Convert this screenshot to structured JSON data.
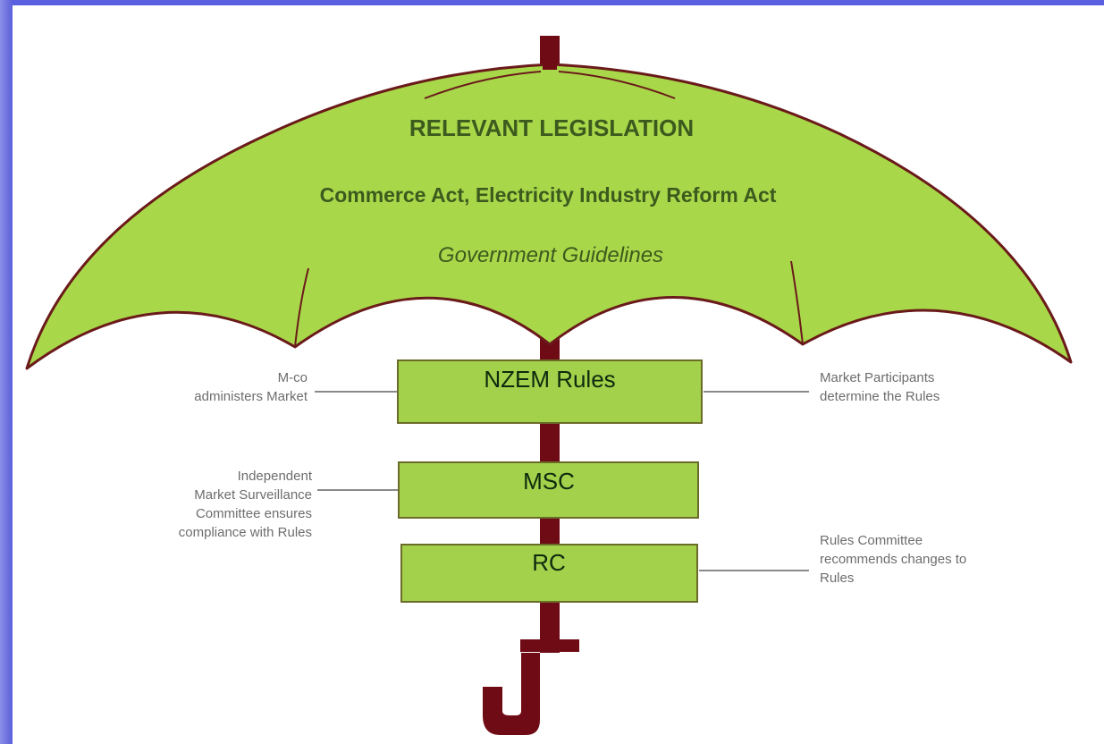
{
  "canopy": {
    "title": "RELEVANT LEGISLATION",
    "acts": "Commerce Act, Electricity Industry Reform Act",
    "guidelines": "Government Guidelines"
  },
  "boxes": {
    "nzem": "NZEM Rules",
    "msc": "MSC",
    "rc": "RC"
  },
  "notes": {
    "mco": [
      "M-co",
      "administers Market"
    ],
    "participants": [
      "Market Participants",
      "determine the Rules"
    ],
    "surveillance": [
      "Independent",
      "Market Surveillance",
      "Committee ensures",
      "compliance with Rules"
    ],
    "rules_committee": [
      "Rules Committee",
      "recommends changes to",
      "Rules"
    ]
  },
  "colors": {
    "canopy_fill": "#a8d84a",
    "box_fill": "#a3d14b",
    "shaft": "#6e0b14",
    "outline": "#6b1a1a",
    "background": "#3a3fcf"
  }
}
